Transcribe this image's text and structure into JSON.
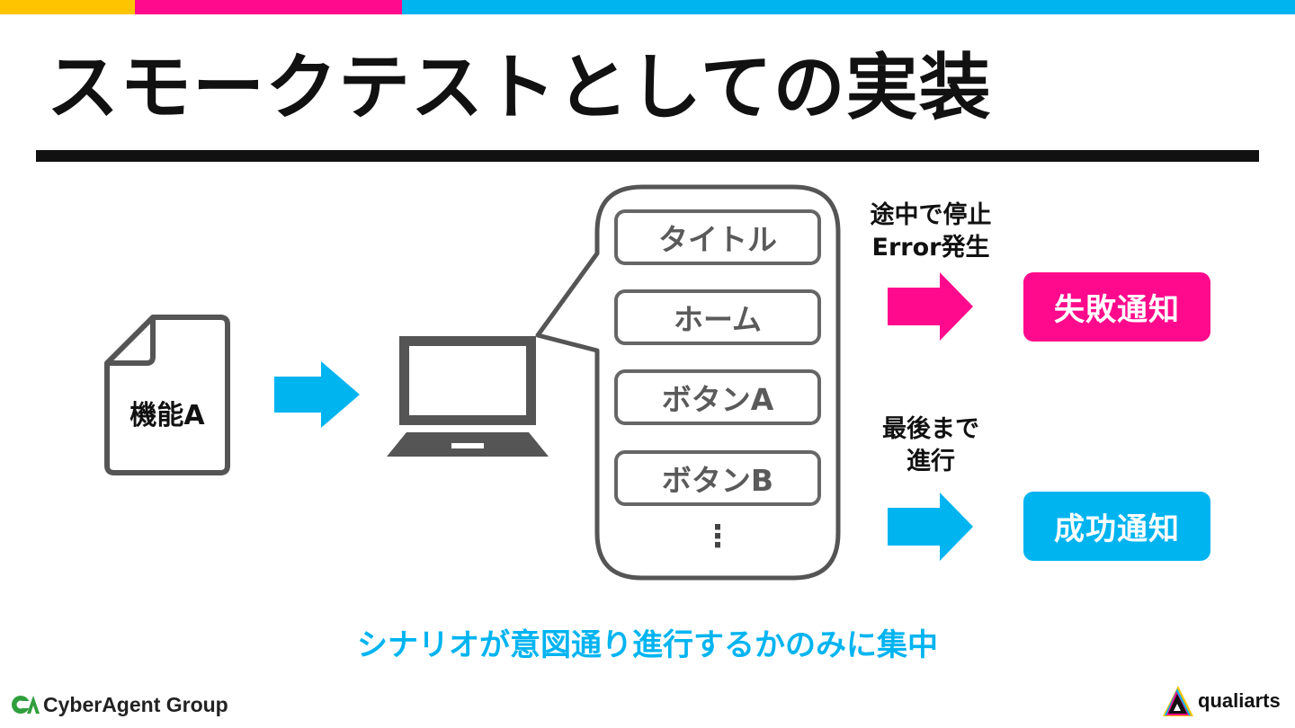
{
  "colors": {
    "yellow": "#ffc400",
    "magenta": "#ff0a8c",
    "cyan": "#00b4f0",
    "text": "#111111",
    "gray": "#555555"
  },
  "title": "スモークテストとしての実装",
  "document": {
    "label": "機能A",
    "icon": "document-icon"
  },
  "laptop": {
    "icon": "laptop-icon"
  },
  "screens": [
    "タイトル",
    "ホーム",
    "ボタンA",
    "ボタンB"
  ],
  "screens_more": "⋮",
  "fail_path": {
    "condition_line1": "途中で停止",
    "condition_line2": "Error発生",
    "result": "失敗通知"
  },
  "success_path": {
    "condition_line1": "最後まで",
    "condition_line2": "進行",
    "result": "成功通知"
  },
  "summary": "シナリオが意図通り進行するかのみに集中",
  "footer": {
    "left_logo": "CyberAgent Group",
    "right_logo": "qualiarts"
  }
}
